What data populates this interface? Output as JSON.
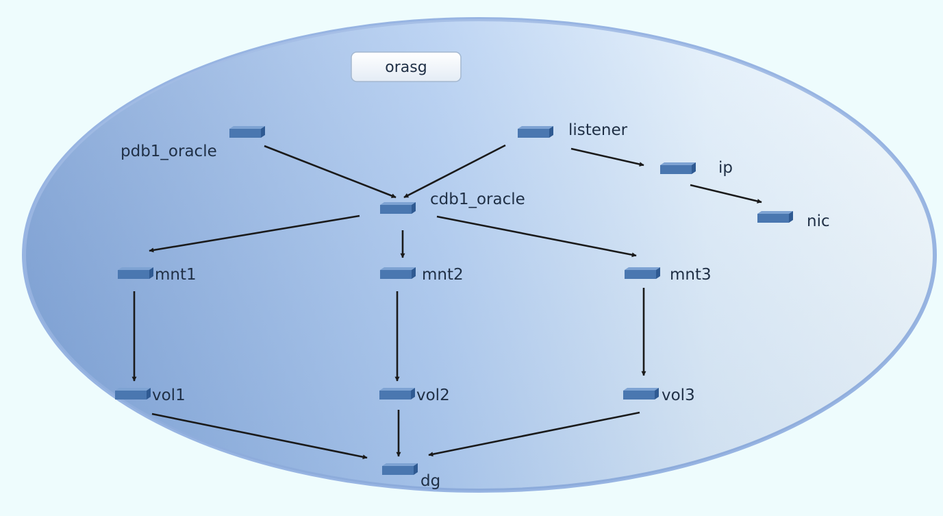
{
  "group": {
    "name": "orasg"
  },
  "nodes": [
    {
      "id": "pdb1_oracle",
      "label": "pdb1_oracle"
    },
    {
      "id": "listener",
      "label": "listener"
    },
    {
      "id": "ip",
      "label": "ip"
    },
    {
      "id": "nic",
      "label": "nic"
    },
    {
      "id": "cdb1_oracle",
      "label": "cdb1_oracle"
    },
    {
      "id": "mnt1",
      "label": "mnt1"
    },
    {
      "id": "mnt2",
      "label": "mnt2"
    },
    {
      "id": "mnt3",
      "label": "mnt3"
    },
    {
      "id": "vol1",
      "label": "vol1"
    },
    {
      "id": "vol2",
      "label": "vol2"
    },
    {
      "id": "vol3",
      "label": "vol3"
    },
    {
      "id": "dg",
      "label": "dg"
    }
  ],
  "edges": [
    {
      "from": "pdb1_oracle",
      "to": "cdb1_oracle"
    },
    {
      "from": "listener",
      "to": "cdb1_oracle"
    },
    {
      "from": "listener",
      "to": "ip"
    },
    {
      "from": "ip",
      "to": "nic"
    },
    {
      "from": "cdb1_oracle",
      "to": "mnt1"
    },
    {
      "from": "cdb1_oracle",
      "to": "mnt2"
    },
    {
      "from": "cdb1_oracle",
      "to": "mnt3"
    },
    {
      "from": "mnt1",
      "to": "vol1"
    },
    {
      "from": "mnt2",
      "to": "vol2"
    },
    {
      "from": "mnt3",
      "to": "vol3"
    },
    {
      "from": "vol1",
      "to": "dg"
    },
    {
      "from": "vol2",
      "to": "dg"
    },
    {
      "from": "vol3",
      "to": "dg"
    }
  ],
  "colors": {
    "page_background": "#eefcfd",
    "ellipse_dark": "#7fa3d6",
    "ellipse_light": "#f2fbfd",
    "ellipse_border": "#97b4e2",
    "resource_icon": "#4a77b0",
    "arrow": "#1a1a1a",
    "text": "#1f2f45"
  },
  "icons": {
    "resource": "resource-block-icon"
  }
}
